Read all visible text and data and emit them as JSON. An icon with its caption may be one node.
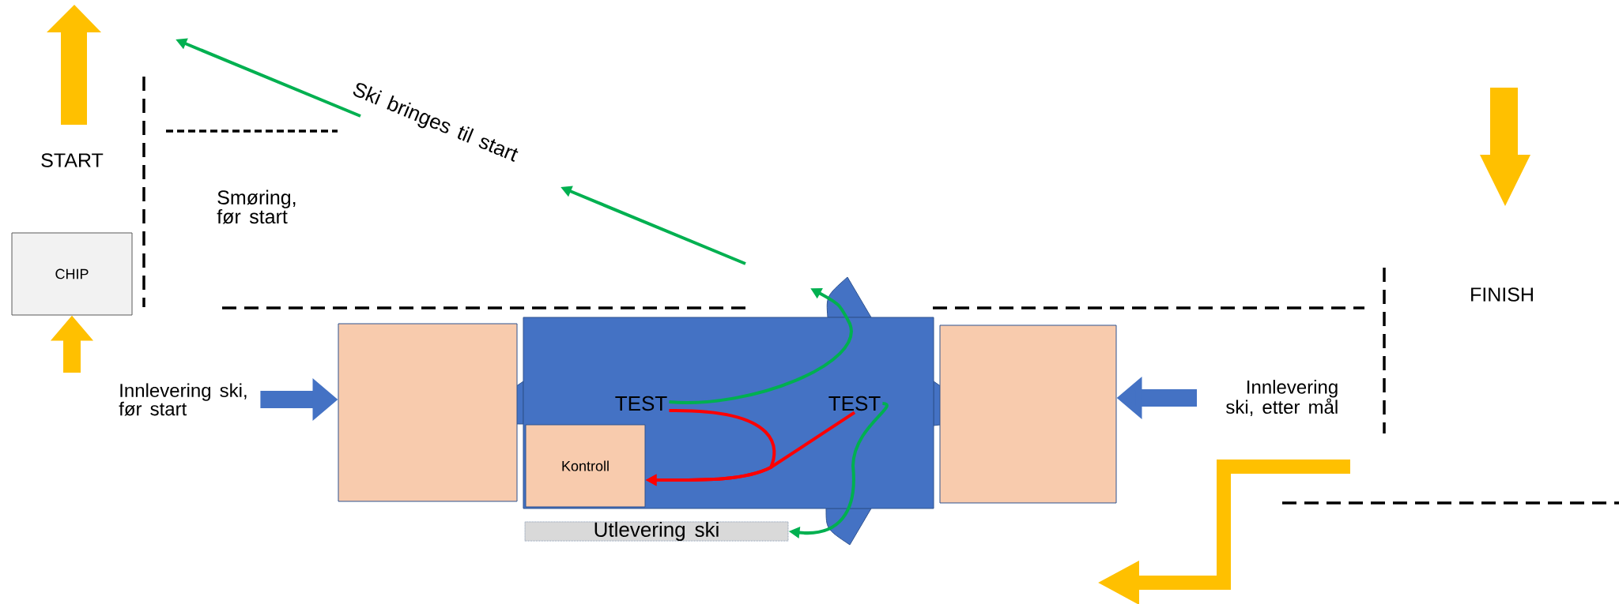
{
  "diagram": {
    "nodes": [
      {
        "text": [
          "CHIP"
        ]
      },
      {
        "text": [],
        "shape": "box"
      },
      {
        "text": [],
        "shape": "box"
      },
      {
        "text": [
          "TEST"
        ],
        "in": 2
      },
      {
        "text": [
          "TEST"
        ],
        "in": 2
      },
      {
        "text": [
          "Kontroll"
        ],
        "in": 2
      },
      {
        "text": [],
        "shape": "box"
      },
      {
        "text": [
          "Utlevering ski"
        ]
      },
      {
        "text": [
          "Innlevering ski, før start"
        ]
      },
      {
        "text": [
          "Innlevering ski, etter mål"
        ]
      }
    ],
    "edges": [
      {
        "from": null,
        "to": 0,
        "arrow": "to",
        "style": "thick",
        "color": "#ffc000"
      },
      {
        "from": 8,
        "to": 1,
        "arrow": "to",
        "style": "thick",
        "color": "#4472c4"
      },
      {
        "from": 9,
        "to": 6,
        "arrow": "to",
        "style": "thick",
        "color": "#4472c4"
      },
      {
        "from": 3,
        "to": null,
        "arrow": "to",
        "color": "#00b050"
      },
      {
        "from": 4,
        "to": 7,
        "arrow": "to",
        "color": "#00b050"
      },
      {
        "from": 3,
        "to": 5,
        "arrow": "to",
        "color": "#ff0000"
      },
      {
        "from": 4,
        "to": 5,
        "arrow": "to",
        "color": "#ff0000"
      }
    ],
    "labels": [
      "START",
      "Ski bringes til start",
      "Smøring, før start",
      "FINISH"
    ]
  }
}
